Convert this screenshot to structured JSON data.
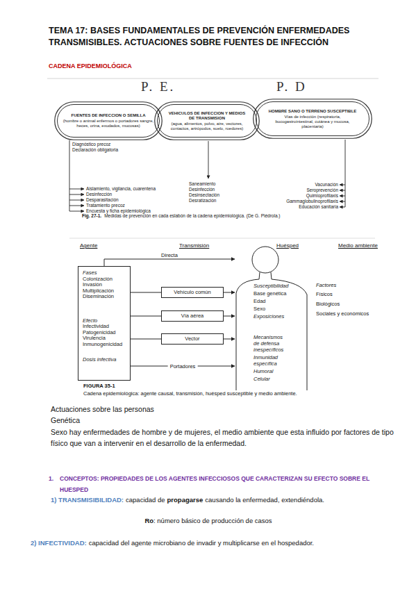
{
  "diagram": {
    "title": "TEMA 17: BASES FUNDAMENTALES DE PREVENCIÓN ENFERMEDADES TRANSMISIBLES. ACTUACIONES SOBRE FUENTES DE INFECCIÓN",
    "nodes": [
      {
        "text": [
          "FUENTES DE INFECCION O SEMILLA",
          "(hombre o animal enfermos o portadores sangre, heces, orina, exudados, mucosas)"
        ]
      },
      {
        "text": [
          "VEHICULOS DE INFECCION Y MEDIOS DE TRANSMISION",
          "(agua, alimentos, polvo, aire, vectores, contactos, artrópodos, suelo, roedores)"
        ]
      },
      {
        "text": [
          "HOMBRE SANO O TERRENO SUSCEPTIBLE",
          "Vías de infección (respiratoria, bucogastrointestinal, cutánea y mucosa, placentaria)"
        ]
      },
      {
        "text": [
          "Fases",
          "Colonización Invasión Multiplicación Diseminación",
          "Efecto",
          "Infectividad Patogenicidad Virulencia Inmunogenicidad",
          "Dosis infectiva"
        ]
      },
      {
        "text": [
          "Vehículo común"
        ]
      },
      {
        "text": [
          "Vía aérea"
        ]
      },
      {
        "text": [
          "Vector"
        ]
      },
      {
        "text": [
          "Susceptibilidad",
          "Base genética",
          "Edad",
          "Sexo",
          "Exposiciones",
          "Mecanismos de defensa inespecíficos",
          "Inmunidad específica",
          "Humoral",
          "Celular"
        ]
      }
    ],
    "edges": [
      {
        "from": 3,
        "to": 7,
        "label": "Directa",
        "arrow": "to"
      },
      {
        "from": 3,
        "to": 4,
        "arrow": "none"
      },
      {
        "from": 4,
        "to": 7,
        "arrow": "to"
      },
      {
        "from": 3,
        "to": 5,
        "arrow": "none"
      },
      {
        "from": 5,
        "to": 7,
        "arrow": "to"
      },
      {
        "from": 3,
        "to": 6,
        "arrow": "none"
      },
      {
        "from": 6,
        "to": 7,
        "arrow": "to"
      },
      {
        "from": 3,
        "to": 7,
        "label": "Portadores",
        "arrow": "to"
      }
    ],
    "labels": [
      "CADENA EPIDEMIOLÓGICA",
      "P. E.",
      "P. D",
      "Diagnóstico precoz",
      "Declaración obligatoria",
      "Aislamiento, vigilancia, cuarentena",
      "Desinfección",
      "Desparasitación",
      "Tratamiento precoz",
      "Encuesta y ficha epidemiológica",
      "Saneamiento",
      "Desinfección",
      "Desinsectación",
      "Desratización",
      "Vacunación",
      "Seroprevención",
      "Quimioprofilaxis",
      "Gammaglobulinoprofilaxis",
      "Educación sanitaria",
      "Fig. 27-1.",
      "Medidas de prevención en cada eslabón de la cadena epidemiológica. (De G. Piédrola.)",
      "Agente",
      "Transmisión",
      "Huésped",
      "Medio ambiente",
      "Factores",
      "Físicos",
      "Biológicos",
      "Sociales y económicos",
      "FIGURA 35-1",
      "Cadena epidemiológica: agente causal, transmisión, huésped susceptible y medio ambiente.",
      "Actuaciones sobre las personas",
      "Genética",
      "Sexo hay enfermedades de hombre y de mujeres, el medio ambiente que esta influido por factores de tipo físico que van a intervenir en el desarrollo de la enfermedad.",
      "1.",
      "CONCEPTOS: PROPIEDADES DE LOS AGENTES INFECCIOSOS QUE CARACTERIZAN SU EFECTO SOBRE EL HUESPED",
      "1) TRANSMISIBILIDAD:",
      "capacidad de",
      "propagarse",
      "causando la enfermedad, extendiéndola.",
      "Ro",
      ": número básico de producción de casos",
      "2) INFECTIVIDAD:",
      "capacidad del agente microbiano de invadir y multiplicarse en el hospedador."
    ]
  }
}
